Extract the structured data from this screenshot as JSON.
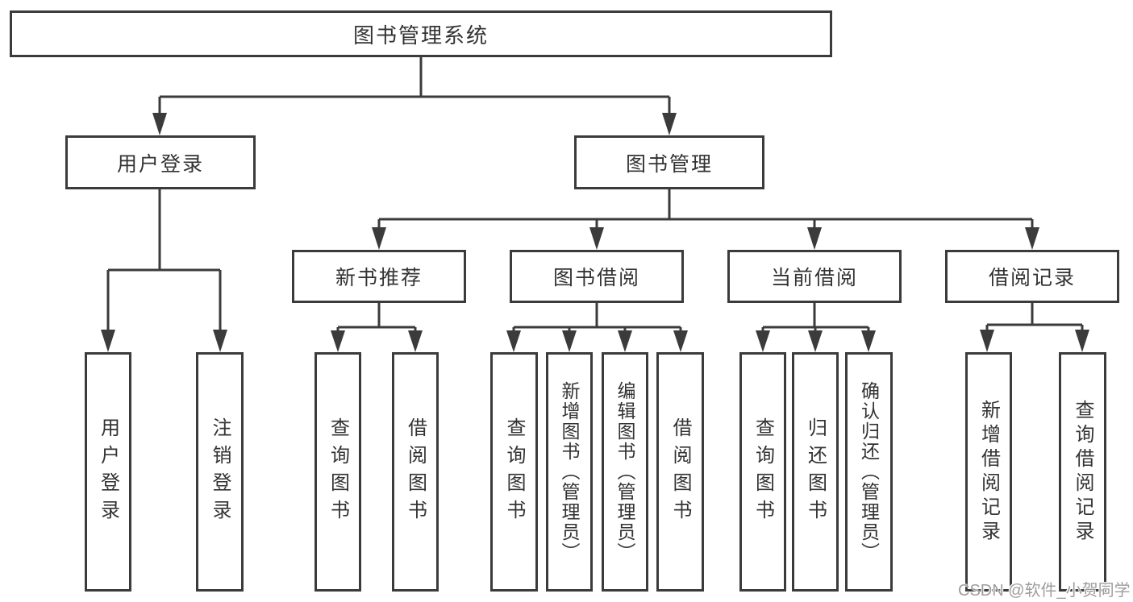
{
  "diagram": {
    "title": "图书管理系统",
    "nodes": {
      "root": "图书管理系统",
      "level2": [
        "用户登录",
        "图书管理"
      ],
      "level3": [
        "新书推荐",
        "图书借阅",
        "当前借阅",
        "借阅记录"
      ],
      "leaves": {
        "login": [
          "用户登录",
          "注销登录"
        ],
        "recommend": [
          "查询图书",
          "借阅图书"
        ],
        "borrow": [
          "查询图书",
          "新增图书（管理员）",
          "编辑图书（管理员）",
          "借阅图书"
        ],
        "current": [
          "查询图书",
          "归还图书",
          "确认归还（管理员）"
        ],
        "records": [
          "新增借阅记录",
          "查询借阅记录"
        ]
      }
    }
  },
  "watermark": {
    "text": "CSDN @软件_小贺同学"
  },
  "colors": {
    "line": "#3b3b3b",
    "box_border": "#3b3b3b",
    "text": "#333333",
    "watermark": "#9d9d9d",
    "background": "#ffffff"
  }
}
